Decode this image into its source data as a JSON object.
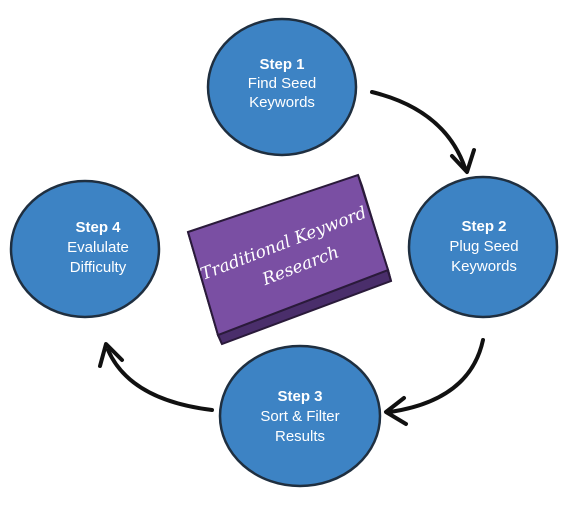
{
  "steps": [
    {
      "title": "Step 1",
      "lines": [
        "Find Seed",
        "Keywords"
      ]
    },
    {
      "title": "Step 2",
      "lines": [
        "Plug Seed",
        "Keywords"
      ]
    },
    {
      "title": "Step 3",
      "lines": [
        "Sort & Filter",
        "Results"
      ]
    },
    {
      "title": "Step 4",
      "lines": [
        "Evalulate",
        "Difficulty"
      ]
    }
  ],
  "center_box": {
    "lines": [
      "Traditional Keyword",
      "Research"
    ]
  },
  "colors": {
    "circle_fill": "#3d83c4",
    "circle_stroke": "#1f2f40",
    "box_top": "#7a4fa3",
    "box_front": "#5b3a82",
    "box_side": "#4a2e6b",
    "arrow": "#111111"
  }
}
